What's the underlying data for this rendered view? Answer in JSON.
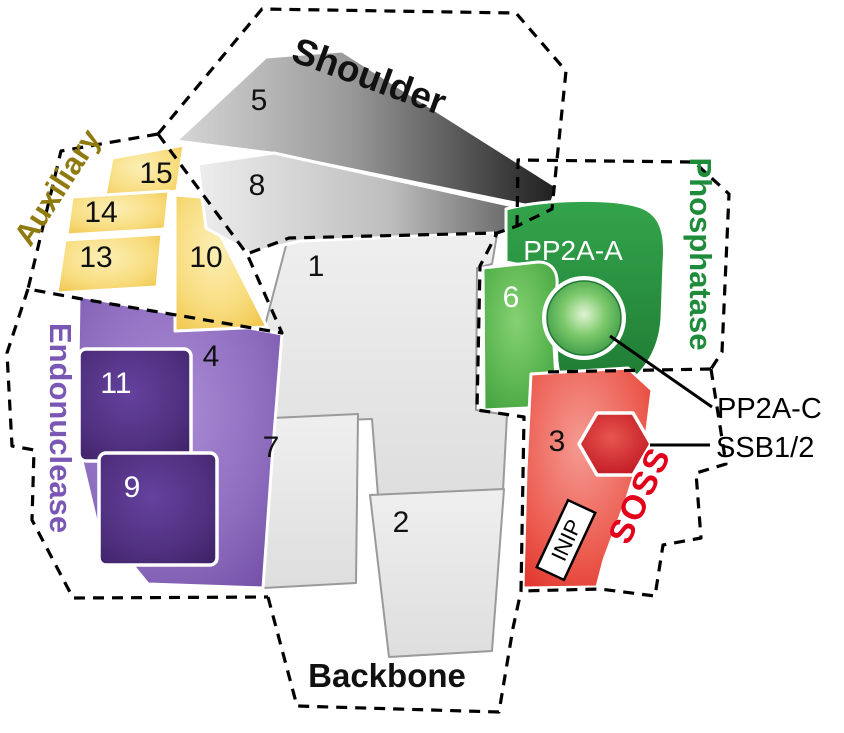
{
  "modules": {
    "shoulder": {
      "label": "Shoulder",
      "color": "#111111"
    },
    "auxiliary": {
      "label": "Auxiliary",
      "color": "#8f7a10"
    },
    "endonuclease": {
      "label": "Endonuclease",
      "color": "#7a57b5"
    },
    "backbone": {
      "label": "Backbone",
      "color": "#111111"
    },
    "phosphatase": {
      "label": "Phosphatase",
      "color": "#1e8c3a"
    },
    "soss": {
      "label": "SOSS",
      "color": "#e3001b"
    }
  },
  "subunits": {
    "s1": "1",
    "s2": "2",
    "s3": "3",
    "s4": "4",
    "s5": "5",
    "s6": "6",
    "s7": "7",
    "s8": "8",
    "s9": "9",
    "s10": "10",
    "s11": "11",
    "s13": "13",
    "s14": "14",
    "s15": "15"
  },
  "proteins": {
    "pp2a_a": "PP2A-A",
    "pp2a_c": "PP2A-C",
    "ssb12": "SSB1/2",
    "inip": "INIP"
  }
}
